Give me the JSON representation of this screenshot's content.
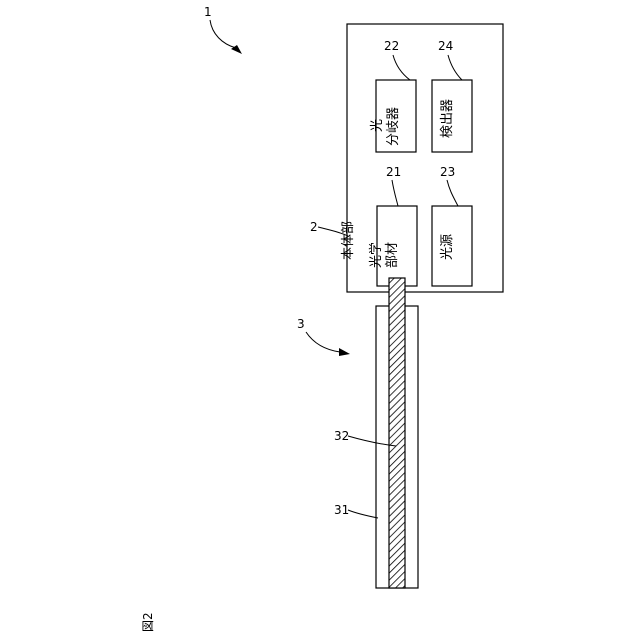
{
  "figure_label": "図2",
  "device": {
    "ref": "1"
  },
  "main_body": {
    "ref": "2",
    "label": "本体部",
    "components": {
      "optical_member": {
        "ref": "21",
        "label": "光学部材"
      },
      "optical_splitter": {
        "ref": "22",
        "label": "光分岐器"
      },
      "light_source": {
        "ref": "23",
        "label": "光源"
      },
      "detector": {
        "ref": "24",
        "label": "検出器"
      }
    }
  },
  "probe": {
    "ref": "3",
    "outer": {
      "ref": "31"
    },
    "core": {
      "ref": "32"
    }
  }
}
